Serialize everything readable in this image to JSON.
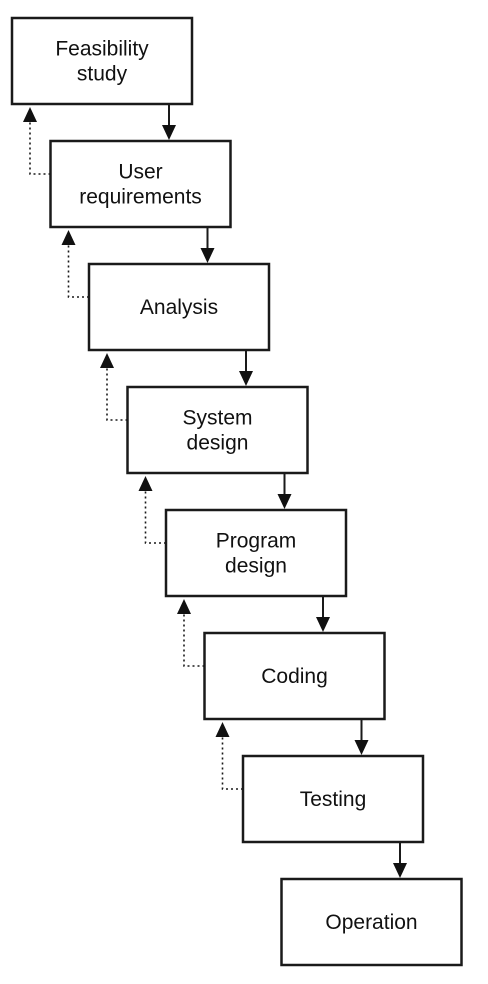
{
  "diagram": {
    "stages": [
      {
        "id": "feasibility-study",
        "label_lines": [
          "Feasibility",
          "study"
        ]
      },
      {
        "id": "user-requirements",
        "label_lines": [
          "User",
          "requirements"
        ]
      },
      {
        "id": "analysis",
        "label_lines": [
          "Analysis"
        ]
      },
      {
        "id": "system-design",
        "label_lines": [
          "System",
          "design"
        ]
      },
      {
        "id": "program-design",
        "label_lines": [
          "Program",
          "design"
        ]
      },
      {
        "id": "coding",
        "label_lines": [
          "Coding"
        ]
      },
      {
        "id": "testing",
        "label_lines": [
          "Testing"
        ]
      },
      {
        "id": "operation",
        "label_lines": [
          "Operation"
        ]
      }
    ],
    "forward_arrows": [
      {
        "from": "feasibility-study",
        "to": "user-requirements",
        "style": "solid"
      },
      {
        "from": "user-requirements",
        "to": "analysis",
        "style": "solid"
      },
      {
        "from": "analysis",
        "to": "system-design",
        "style": "solid"
      },
      {
        "from": "system-design",
        "to": "program-design",
        "style": "solid"
      },
      {
        "from": "program-design",
        "to": "coding",
        "style": "solid"
      },
      {
        "from": "coding",
        "to": "testing",
        "style": "solid"
      },
      {
        "from": "testing",
        "to": "operation",
        "style": "solid"
      }
    ],
    "feedback_arrows": [
      {
        "from": "user-requirements",
        "to": "feasibility-study",
        "style": "dotted"
      },
      {
        "from": "analysis",
        "to": "user-requirements",
        "style": "dotted"
      },
      {
        "from": "system-design",
        "to": "analysis",
        "style": "dotted"
      },
      {
        "from": "program-design",
        "to": "system-design",
        "style": "dotted"
      },
      {
        "from": "coding",
        "to": "program-design",
        "style": "dotted"
      },
      {
        "from": "testing",
        "to": "coding",
        "style": "dotted"
      }
    ],
    "colors": {
      "line": "#1a1a1a",
      "text": "#111111",
      "background": "#ffffff"
    }
  }
}
